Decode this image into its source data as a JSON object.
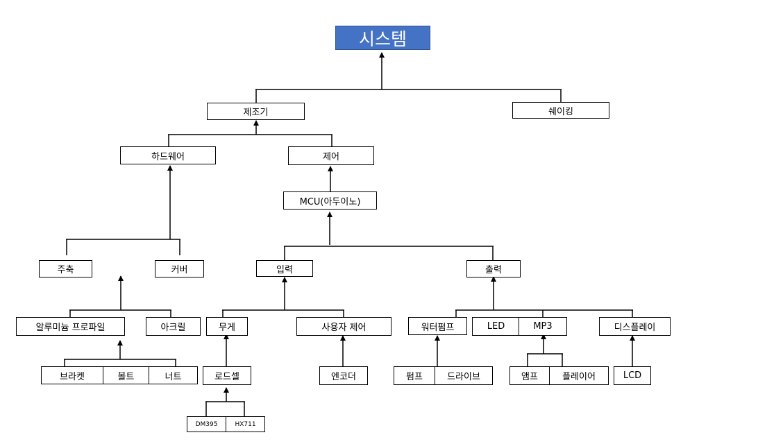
{
  "diagram": {
    "root": "시스템",
    "nodes": {
      "maker": "제조기",
      "shaking": "쉐이킹",
      "hardware": "하드웨어",
      "control": "제어",
      "mcu": "MCU(아두이노)",
      "frame": "주축",
      "cover": "커버",
      "input": "입력",
      "output": "출력",
      "aluminum_profile": "알루미늄 프로파일",
      "acrylic": "아크릴",
      "weight": "무게",
      "user_control": "사용자 제어",
      "water_pump": "워터펌프",
      "led": "LED",
      "mp3": "MP3",
      "display": "디스플레이",
      "bracket": "브라켓",
      "bolt": "볼트",
      "nut": "너트",
      "loadcell": "로드셀",
      "encoder": "엔코더",
      "pump": "펌프",
      "driver": "드라이브",
      "amp": "앰프",
      "player": "플레이어",
      "lcd": "LCD",
      "dm395": "DM395",
      "hx711": "HX711"
    }
  }
}
